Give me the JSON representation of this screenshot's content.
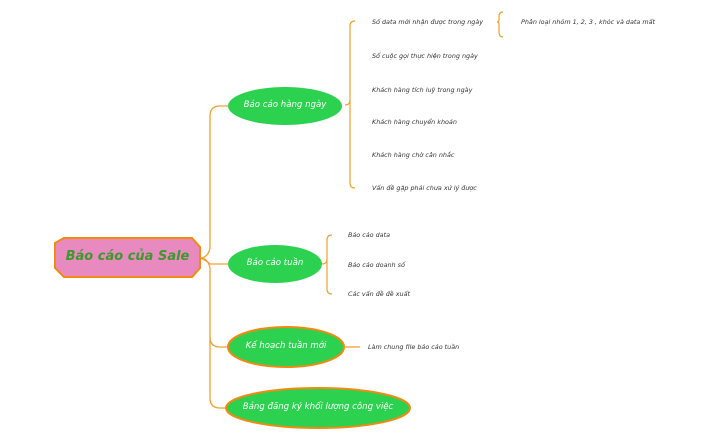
{
  "root": {
    "label": "Báo cáo của Sale"
  },
  "branches": [
    {
      "label": "Báo cáo hàng ngày",
      "children": [
        {
          "label": "Số data mới nhận được trong ngày",
          "detail": "Phân loại nhóm 1, 2, 3 , khóc và data mất"
        },
        {
          "label": "Số cuộc gọi thực hiện trong ngày"
        },
        {
          "label": "Khách hàng tích luỹ trong ngày"
        },
        {
          "label": "Khách hàng chuyển khoản"
        },
        {
          "label": "Khách hàng chờ cân nhắc"
        },
        {
          "label": "Vấn đề gặp phải chưa xử lý được"
        }
      ]
    },
    {
      "label": "Báo cáo tuần",
      "children": [
        {
          "label": "Báo cáo data"
        },
        {
          "label": "Báo cáo doanh số"
        },
        {
          "label": "Các vấn đề đề xuất"
        }
      ]
    },
    {
      "label": "Kế hoạch tuần mới",
      "children": [
        {
          "label": "Làm chung file báo cáo tuần"
        }
      ]
    },
    {
      "label": "Bảng đăng ký khối lượng công việc",
      "children": []
    }
  ],
  "colors": {
    "connector": "#f0a030",
    "node_fill": "#2dd150",
    "node_border": "#f08a10",
    "root_fill": "#e889c0",
    "root_border": "#f08a10",
    "root_text": "#3a9a2a"
  }
}
